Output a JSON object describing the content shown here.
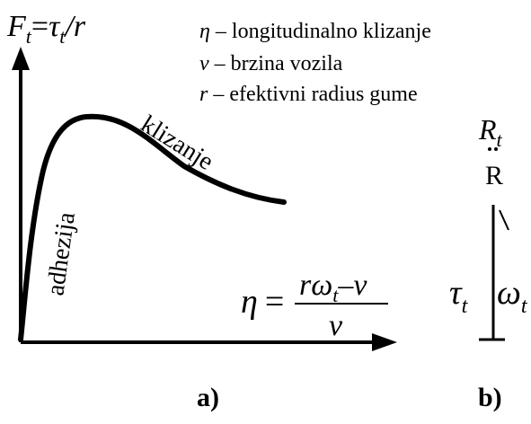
{
  "colors": {
    "ink": "#000000",
    "background": "#ffffff"
  },
  "panel_a": {
    "y_axis_label": {
      "lhs": "F",
      "lhs_sub": "t",
      "eq": "=",
      "tau": "τ",
      "tau_sub": "t",
      "rest": "/r"
    },
    "legend": [
      {
        "symbol": "η",
        "text": "– longitudinalno klizanje"
      },
      {
        "symbol": "v",
        "text": "– brzina vozila"
      },
      {
        "symbol": "r",
        "text": "– efektivni radius gume"
      }
    ],
    "curve_label_adhesion": "adhezija",
    "curve_label_slip": "klizanje",
    "formula": {
      "lhs": "η",
      "eq": "=",
      "num_r": "r",
      "num_omega": "ω",
      "num_sub": "t",
      "num_minus": "–",
      "num_v": "v",
      "den": "v"
    },
    "caption": "a)"
  },
  "panel_b": {
    "force_symbol": "R",
    "force_sub": "t",
    "dots": "..",
    "point_label": "R",
    "torque_symbol": "τ",
    "torque_sub": "t",
    "angular_symbol": "ω",
    "angular_sub": "t",
    "caption": "b)"
  }
}
